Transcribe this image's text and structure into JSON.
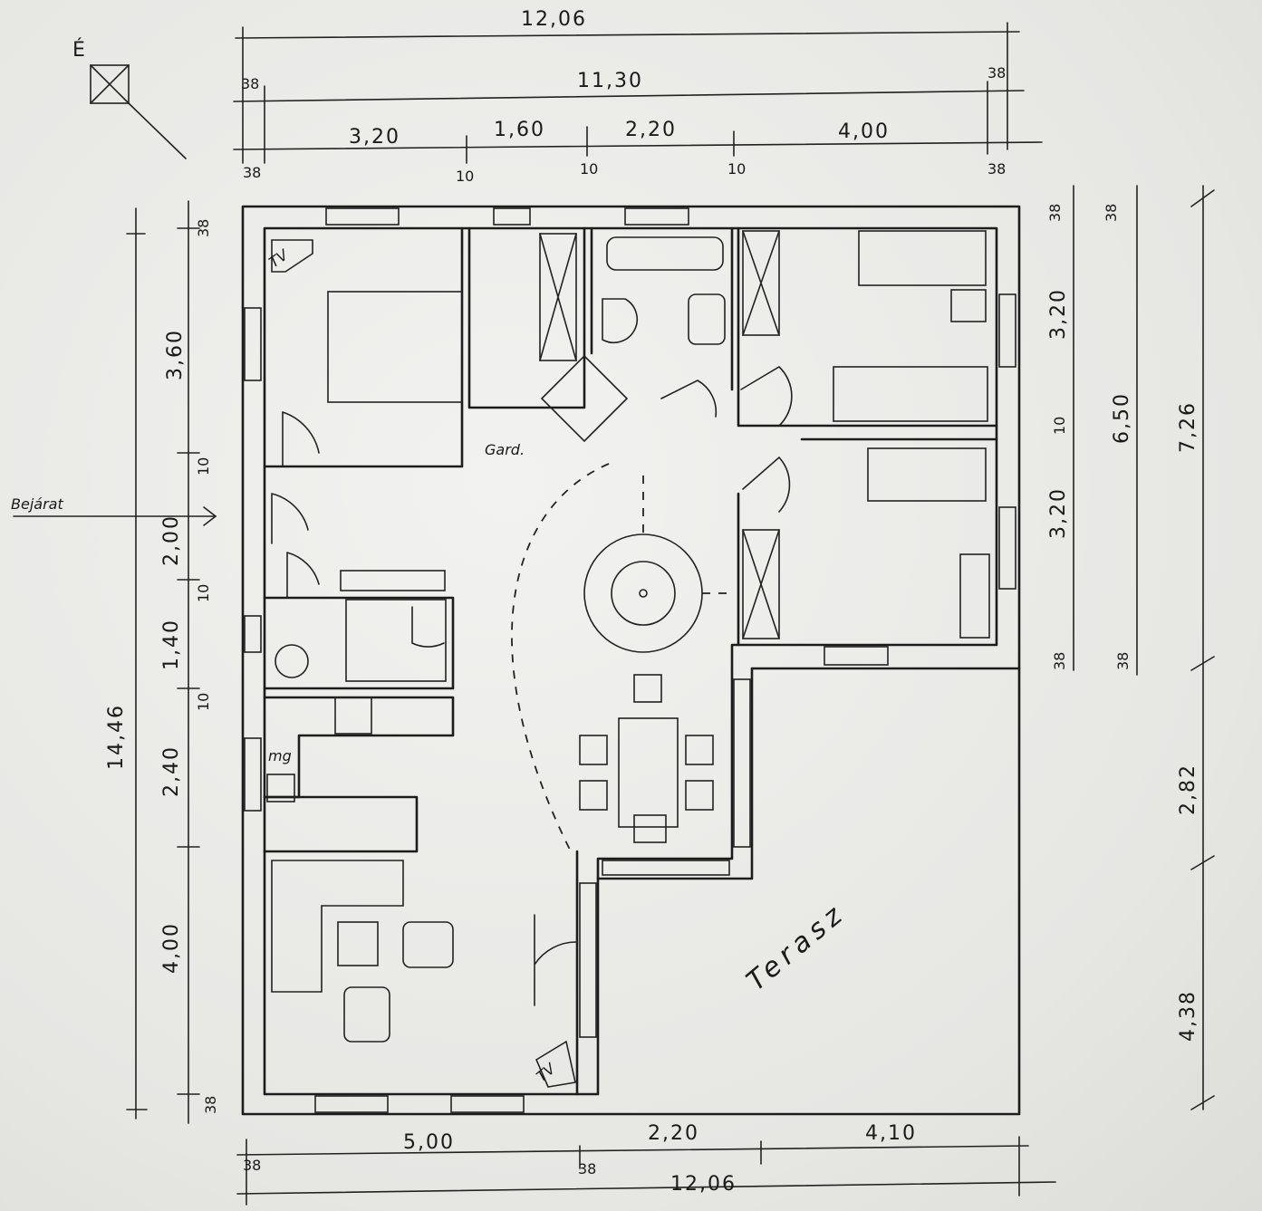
{
  "title": "Floor plan sketch",
  "compass": {
    "label": "É"
  },
  "entrance": {
    "label": "Bejárat"
  },
  "rooms": {
    "tv_bedroom": "TV",
    "wardrobe": "Gard.",
    "microwave": "mg",
    "tv_living": "TV",
    "terrace": "Terasz"
  },
  "dims_top": {
    "overall": "12,06",
    "inner": "11,30",
    "wall_left_1": "38",
    "wall_right_1": "38",
    "seg1": "3,20",
    "seg2": "1,60",
    "seg3": "2,20",
    "seg4": "4,00",
    "wall_left_2": "38",
    "part1": "10",
    "part2": "10",
    "part3": "10",
    "wall_right_2": "38"
  },
  "dims_left": {
    "overall": "14,46",
    "wall_top": "38",
    "seg1": "3,60",
    "part1": "10",
    "seg2": "2,00",
    "part2": "10",
    "seg3": "1,40",
    "part3": "10",
    "seg4": "2,40",
    "seg5": "4,00",
    "wall_bottom": "38"
  },
  "dims_right": {
    "wall_top_1": "38",
    "seg1": "3,20",
    "part": "10",
    "seg2": "3,20",
    "wall_bottom_1": "38",
    "wall_top_2": "38",
    "block": "6,50",
    "wall_bottom_2": "38",
    "upper": "7,26",
    "middle": "2,82",
    "lower": "4,38"
  },
  "dims_bottom": {
    "seg1": "5,00",
    "seg2": "2,20",
    "seg3": "4,10",
    "wall_left": "38",
    "wall_mid": "38",
    "overall": "12,06"
  }
}
